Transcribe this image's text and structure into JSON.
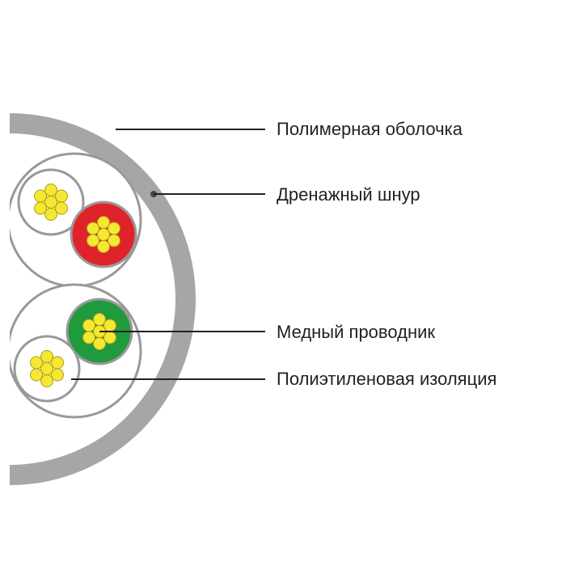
{
  "labels": {
    "sheath": "Полимерная оболочка",
    "drain_wire": "Дренажный шнур",
    "copper_conductor": "Медный проводник",
    "pe_insulation": "Полиэтиленовая изоляция"
  },
  "colors": {
    "sheath": "#a6a6a6",
    "pair_outline": "#999999",
    "insulation_red": "#e0232b",
    "insulation_green": "#1f9a3c",
    "copper_wire": "#f5e832",
    "wire_outline": "#b09a1a",
    "leader_line": "#222222"
  },
  "icons": [
    "cable-cross-section"
  ]
}
